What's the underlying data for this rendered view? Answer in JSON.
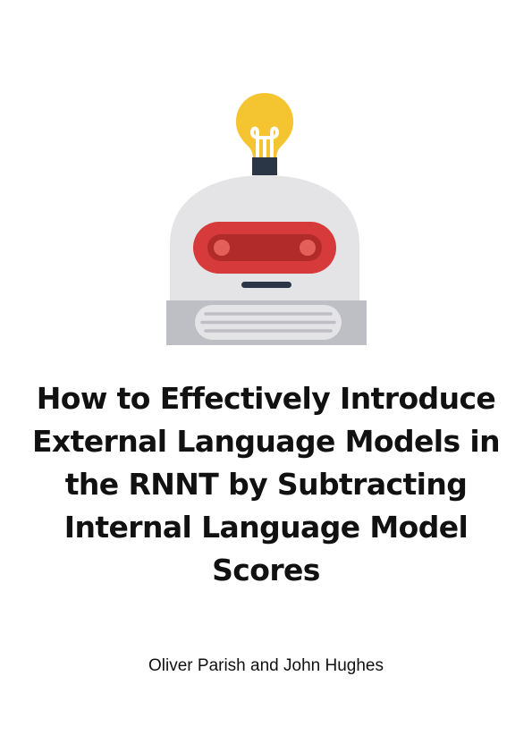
{
  "document": {
    "title": "How to Effectively Introduce External Language Models in the RNNT by Subtracting Internal Language Model Scores",
    "authors": "Oliver Parish and John Hughes"
  },
  "illustration": {
    "name": "robot-head-with-lightbulb",
    "colors": {
      "bulb": "#F5C431",
      "bulb_filament": "#FFFFFF",
      "bulb_base": "#2A3645",
      "dome": "#E4E4E6",
      "visor_outer": "#D63A3A",
      "visor_inner": "#B22B2B",
      "visor_eyes": "#E3605A",
      "mouth": "#2A3645",
      "collar": "#BEBFC4",
      "vent": "#E4E4E6",
      "vent_lines": "#BEBFC4"
    }
  }
}
